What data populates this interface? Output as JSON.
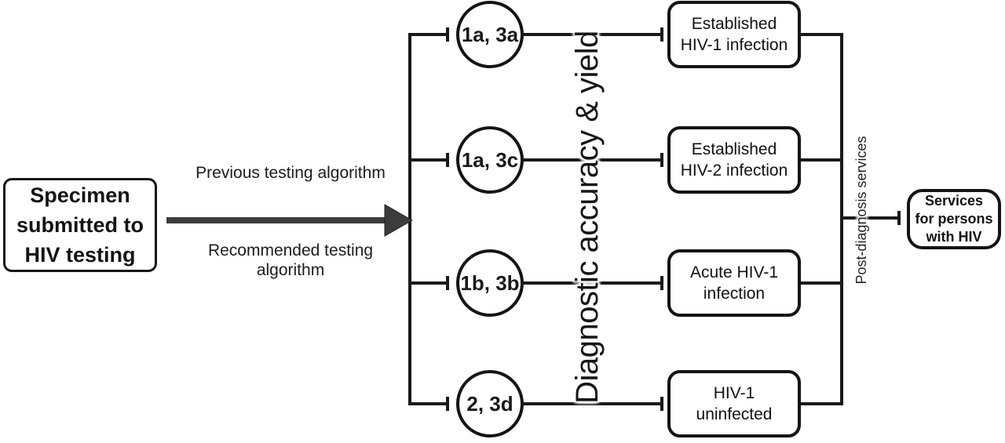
{
  "source_box": {
    "line1": "Specimen",
    "line2": "submitted to",
    "line3": "HIV testing"
  },
  "arrow": {
    "top_label_line1": "Previous testing",
    "top_label_line2": "algorithm",
    "bottom_label_line1": "Recommended testing",
    "bottom_label_line2": "algorithm"
  },
  "branches": [
    {
      "code": "1a, 3a",
      "outcome_line1": "Established",
      "outcome_line2": "HIV-1 infection"
    },
    {
      "code": "1a, 3c",
      "outcome_line1": "Established",
      "outcome_line2": "HIV-2 infection"
    },
    {
      "code": "1b, 3b",
      "outcome_line1": "Acute HIV-1",
      "outcome_line2": "infection"
    },
    {
      "code": "2, 3d",
      "outcome_line1": "HIV-1",
      "outcome_line2": "uninfected"
    }
  ],
  "rotated_labels": {
    "middle": "Diagnostic accuracy & yield",
    "right": "Post-diagnosis services"
  },
  "services_box": {
    "line1": "Services",
    "line2": "for persons",
    "line3": "with HIV"
  },
  "colors": {
    "stroke": "#1a1a1a",
    "arrow": "#3c3c3c",
    "background": "#ffffff"
  }
}
